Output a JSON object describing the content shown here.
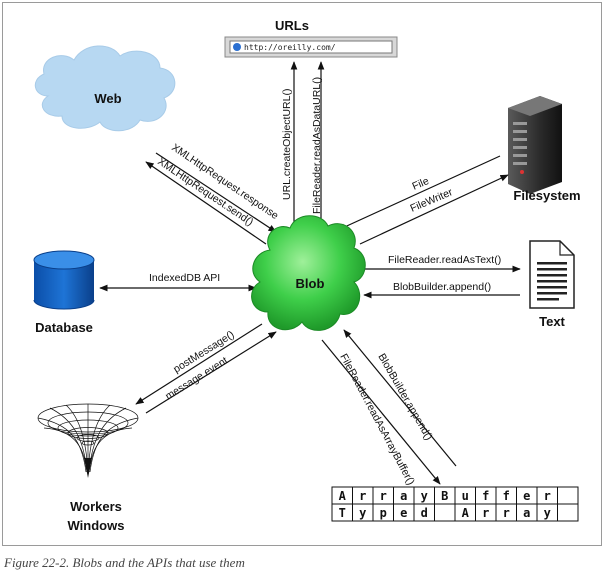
{
  "nodes": {
    "urls": "URLs",
    "url_bar": "http://oreilly.com/",
    "web": "Web",
    "blob": "Blob",
    "filesystem": "Filesystem",
    "database": "Database",
    "text": "Text",
    "workers_line1": "Workers",
    "workers_line2": "Windows"
  },
  "edges": {
    "create_object_url": "URL.createObjectURL()",
    "read_as_data_url": "FileReader.readAsDataURL()",
    "xhr_response": "XMLHttpRequest.response",
    "xhr_send": "XMLHttpRequest.send()",
    "file": "File",
    "file_writer": "FileWriter",
    "indexeddb": "IndexedDB API",
    "read_as_text": "FileReader.readAsText()",
    "bb_append_text": "BlobBuilder.append()",
    "post_message": "postMessage()",
    "message_event": "message event",
    "read_as_array_buffer": "FileReader.readAsArrayBuffer()",
    "bb_append_ab": "BlobBuilder.append()"
  },
  "array_buffer": {
    "row1": [
      "A",
      "r",
      "r",
      "a",
      "y",
      "B",
      "u",
      "f",
      "f",
      "e",
      "r",
      ""
    ],
    "row2": [
      "T",
      "y",
      "p",
      "e",
      "d",
      "",
      "A",
      "r",
      "r",
      "a",
      "y",
      ""
    ]
  },
  "caption": "Figure 22-2. Blobs and the APIs that use them"
}
